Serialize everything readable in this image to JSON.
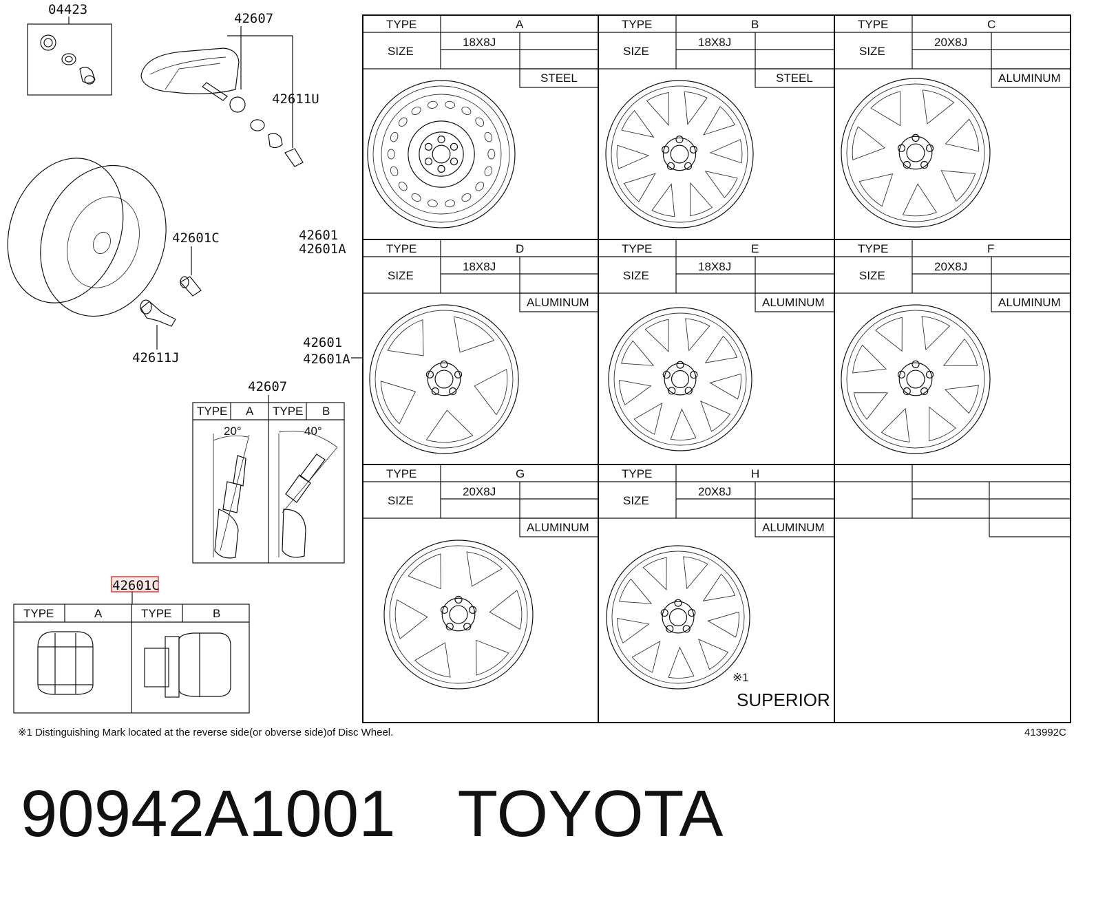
{
  "callouts": {
    "valve_kit": "04423",
    "sensor": "42607",
    "valve_u": "42611U",
    "cap_c": "42601C",
    "valve_j": "42611J",
    "wheel_1": "42601",
    "wheel_1a": "42601A",
    "wheel_2": "42601",
    "wheel_2a": "42601A",
    "sensor_table": "42607",
    "nut_table": "42601C"
  },
  "labels": {
    "type": "TYPE",
    "size": "SIZE"
  },
  "wheel_types": [
    {
      "type": "A",
      "size": "18X8J",
      "material": "STEEL"
    },
    {
      "type": "B",
      "size": "18X8J",
      "material": "STEEL"
    },
    {
      "type": "C",
      "size": "20X8J",
      "material": "ALUMINUM"
    },
    {
      "type": "D",
      "size": "18X8J",
      "material": "ALUMINUM"
    },
    {
      "type": "E",
      "size": "18X8J",
      "material": "ALUMINUM"
    },
    {
      "type": "F",
      "size": "20X8J",
      "material": "ALUMINUM"
    },
    {
      "type": "G",
      "size": "20X8J",
      "material": "ALUMINUM"
    },
    {
      "type": "H",
      "size": "20X8J",
      "material": "ALUMINUM"
    }
  ],
  "superior": {
    "mark": "※1",
    "name": "SUPERIOR"
  },
  "sensor_types": [
    {
      "type": "A",
      "angle": "20°"
    },
    {
      "type": "B",
      "angle": "40°"
    }
  ],
  "nut_types": [
    "A",
    "B"
  ],
  "footnote": "※1 Distinguishing Mark located at the reverse side(or obverse side)of Disc Wheel.",
  "drawing_number": "413992C",
  "part_number": "90942A1001",
  "brand": "TOYOTA",
  "highlight_color": "#e53935"
}
